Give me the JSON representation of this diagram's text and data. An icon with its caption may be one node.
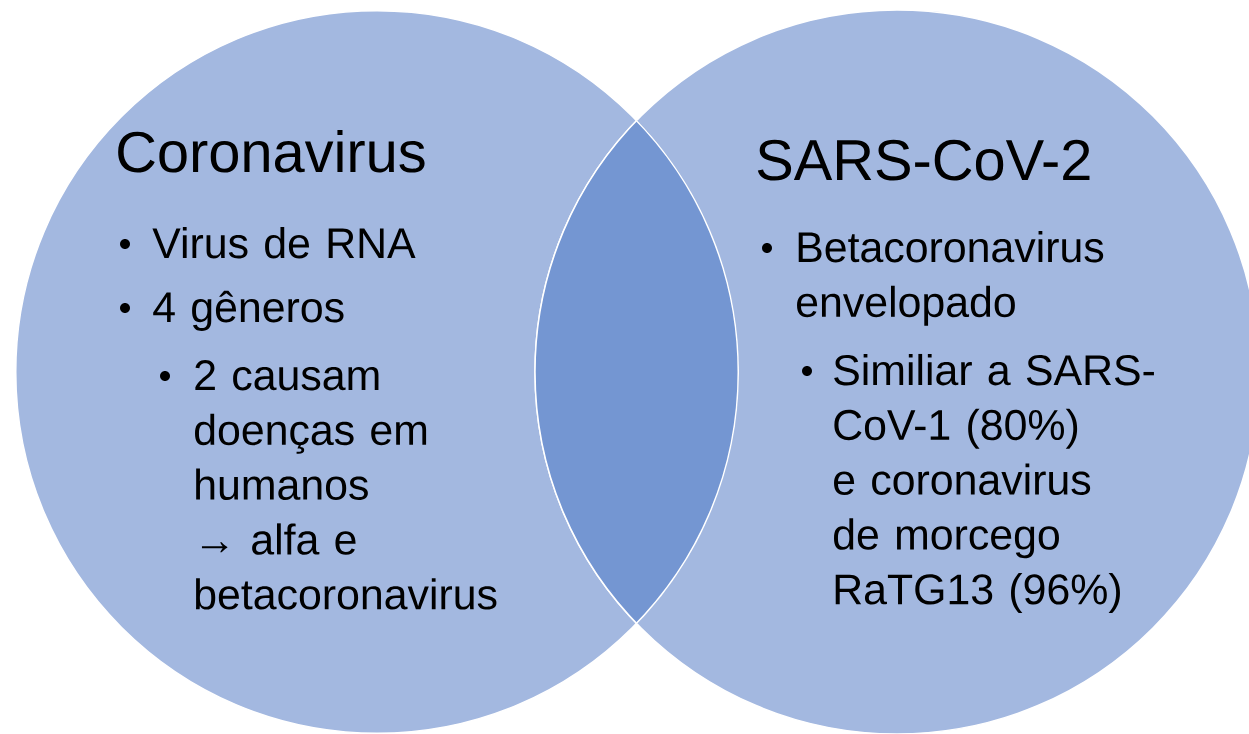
{
  "diagram": {
    "nodes": [
      {
        "text": [
          "Coronavirus",
          "Virus de RNA",
          "4 gêneros",
          "2 causam doenças em humanos → alfa e betacoronavirus"
        ]
      },
      {
        "text": [
          "SARS-CoV-2",
          "Betacoronavirus envelopado",
          "Similiar a SARS-CoV-1 (80%) e coronavirus de morcego RaTG13 (96%)"
        ]
      }
    ]
  }
}
